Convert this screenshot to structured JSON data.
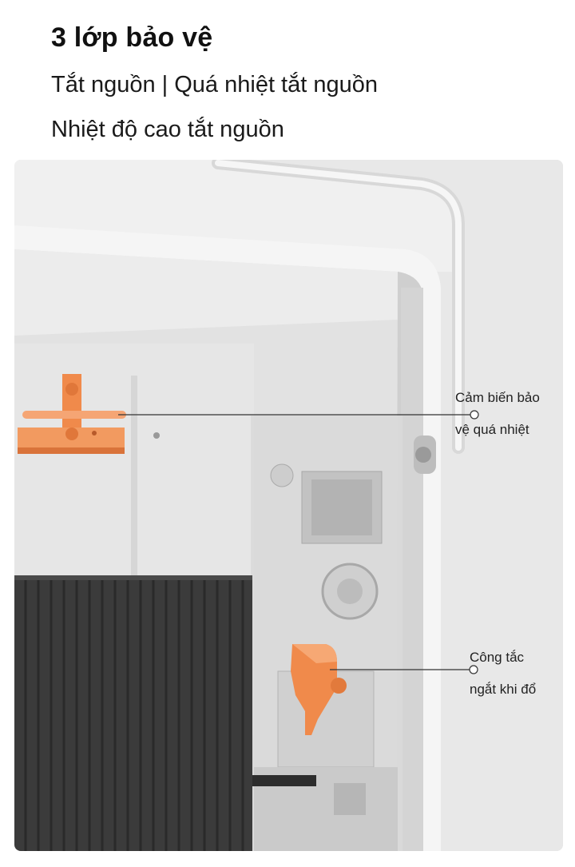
{
  "header": {
    "title": "3 lớp bảo vệ",
    "line1": "Tắt nguồn | Quá nhiệt tắt nguồn",
    "line2": "Nhiệt độ cao tắt nguồn"
  },
  "callouts": {
    "sensor": {
      "line1": "Cảm biến bảo",
      "line2": "vệ quá nhiệt"
    },
    "tilt": {
      "line1": "Công tắc",
      "line2": "ngắt khi đổ"
    }
  },
  "colors": {
    "accent_orange": "#f08a4b",
    "heater_dark": "#3a3a3a",
    "panel_white": "#f2f2f2"
  }
}
